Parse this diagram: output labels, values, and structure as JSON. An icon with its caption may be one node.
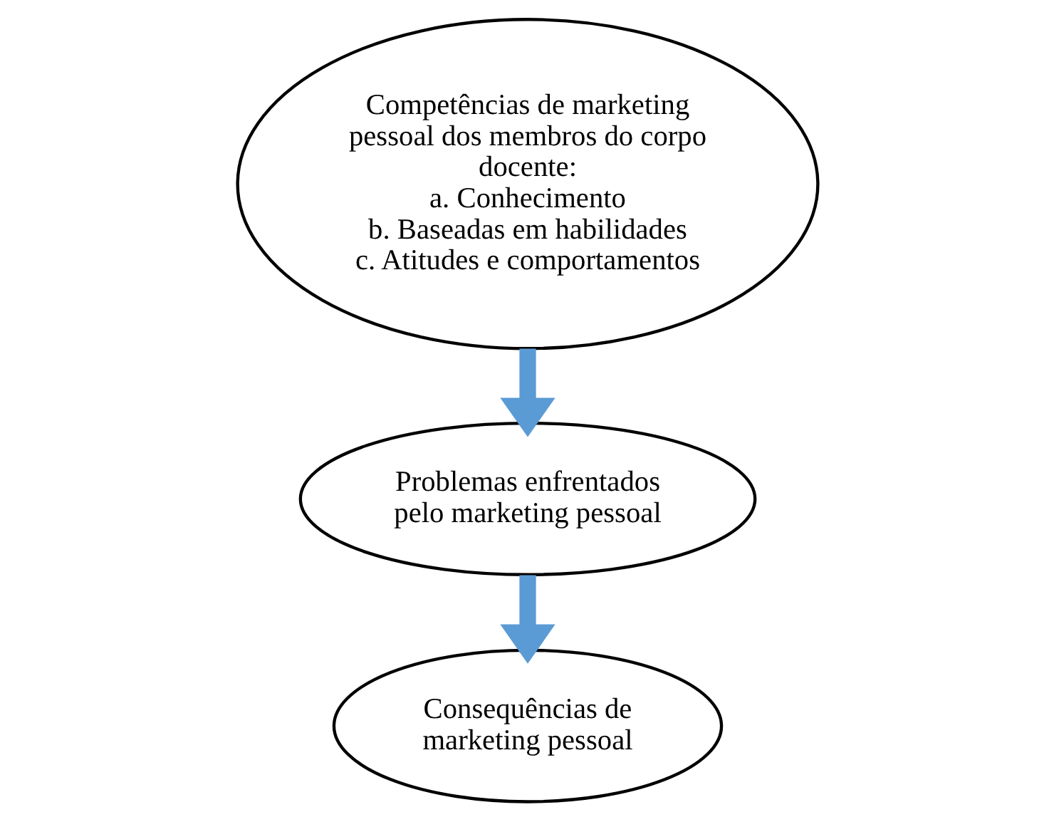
{
  "diagram": {
    "nodes": [
      {
        "text": [
          "Competências de marketing pessoal dos membros do corpo docente:",
          "a. Conhecimento",
          "b. Baseadas em habilidades",
          "c. Atitudes e comportamentos"
        ]
      },
      {
        "text": [
          "Problemas enfrentados pelo marketing pessoal"
        ]
      },
      {
        "text": [
          "Consequências de marketing pessoal"
        ]
      }
    ],
    "edges": [
      {
        "from": 0,
        "to": 1,
        "arrow": "to",
        "color": "#5b9bd5"
      },
      {
        "from": 1,
        "to": 2,
        "arrow": "to",
        "color": "#5b9bd5"
      }
    ]
  }
}
